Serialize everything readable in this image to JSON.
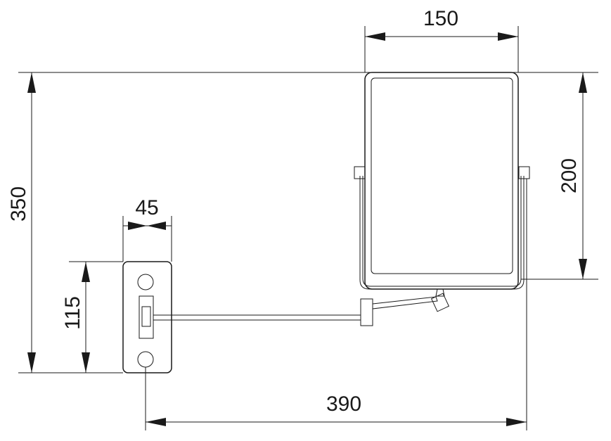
{
  "dimensions": {
    "mirror_width": "150",
    "mirror_height": "200",
    "total_height": "350",
    "bracket_width": "45",
    "bracket_height": "115",
    "arm_length": "390"
  }
}
